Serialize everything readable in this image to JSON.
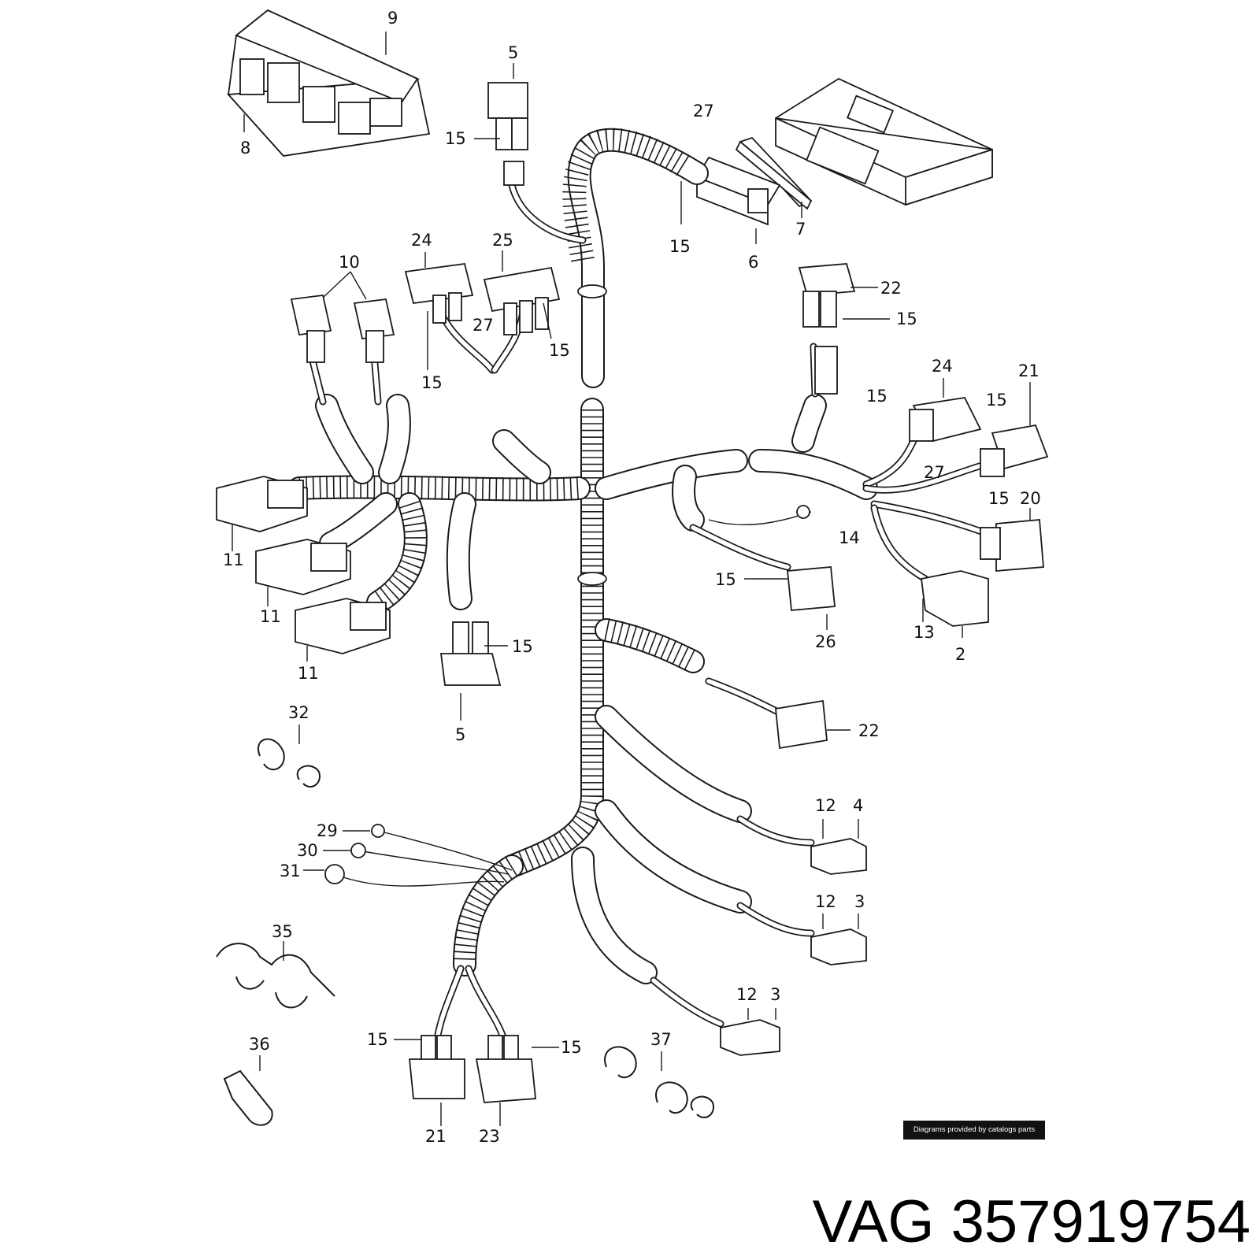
{
  "credit": "Diagrams provided by catalogs parts",
  "part_title": "VAG 357919754",
  "callouts": [
    "9",
    "8",
    "5",
    "15",
    "27",
    "15",
    "6",
    "7",
    "24",
    "25",
    "27",
    "15",
    "15",
    "10",
    "22",
    "15",
    "24",
    "21",
    "15",
    "15",
    "27",
    "15",
    "20",
    "14",
    "15",
    "26",
    "13",
    "2",
    "11",
    "11",
    "11",
    "15",
    "5",
    "22",
    "32",
    "12",
    "4",
    "12",
    "3",
    "12",
    "3",
    "29",
    "30",
    "31",
    "35",
    "15",
    "15",
    "21",
    "23",
    "36",
    "37"
  ]
}
